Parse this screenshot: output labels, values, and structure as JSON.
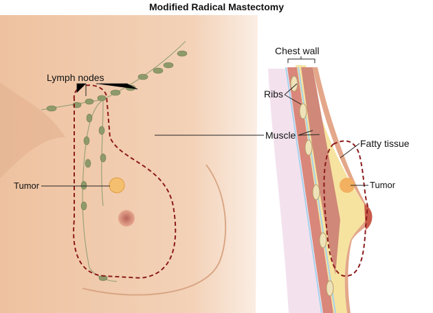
{
  "title": "Modified Radical Mastectomy",
  "front_view": {
    "labels": {
      "lymph_nodes": "Lymph nodes",
      "tumor": "Tumor"
    }
  },
  "cross_section": {
    "labels": {
      "chest_wall": "Chest wall",
      "ribs": "Ribs",
      "muscle": "Muscle",
      "fatty_tissue": "Fatty tissue",
      "tumor": "Tumor"
    }
  },
  "colors": {
    "skin": "#f0c9a8",
    "outline": "#8b1a1a",
    "node": "#8f9a6a",
    "fat": "#f5df8a",
    "muscle": "#d98a7a"
  }
}
